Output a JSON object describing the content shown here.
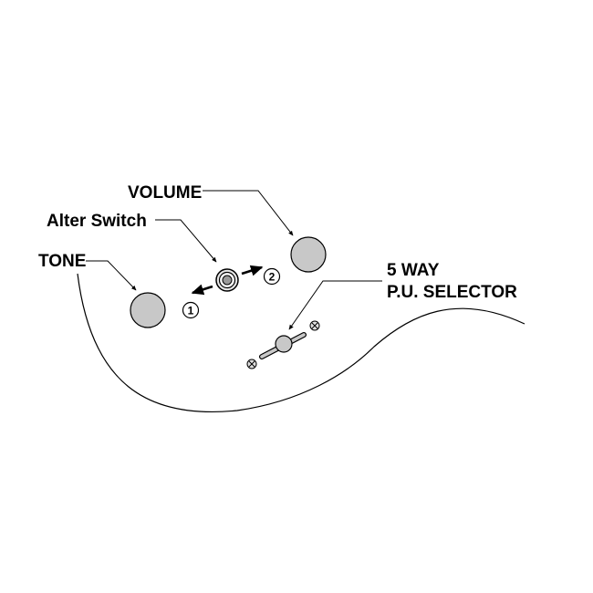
{
  "labels": {
    "volume": "VOLUME",
    "alter_switch": "Alter Switch",
    "tone": "TONE",
    "selector_line1": "5 WAY",
    "selector_line2": "P.U. SELECTOR"
  },
  "switch_positions": {
    "position_1": "1",
    "position_2": "2"
  },
  "colors": {
    "knob_fill": "#c8c8c8",
    "outline": "#000000",
    "background": "#ffffff"
  }
}
